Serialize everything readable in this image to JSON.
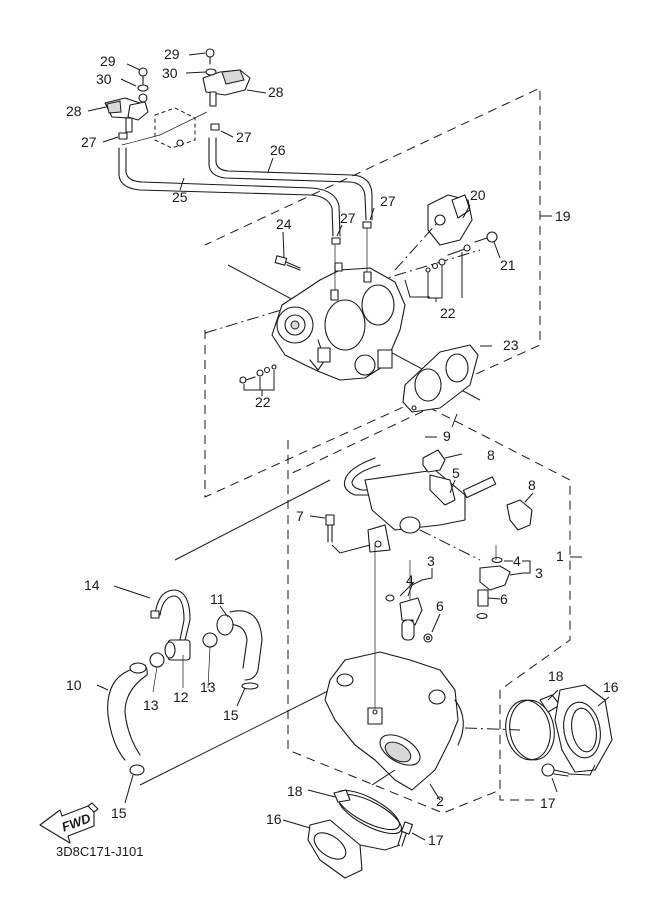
{
  "diagram": {
    "title_code": "3D8C171-J101",
    "fwd_label": "FWD",
    "callouts": {
      "c1": "1",
      "c2": "2",
      "c3a": "3",
      "c3b": "3",
      "c4a": "4",
      "c4b": "4",
      "c5": "5",
      "c6a": "6",
      "c6b": "6",
      "c7": "7",
      "c8a": "8",
      "c8b": "8",
      "c9": "9",
      "c10": "10",
      "c11": "11",
      "c12": "12",
      "c13a": "13",
      "c13b": "13",
      "c14": "14",
      "c15a": "15",
      "c15b": "15",
      "c16a": "16",
      "c16b": "16",
      "c17a": "17",
      "c17b": "17",
      "c18a": "18",
      "c18b": "18",
      "c19": "19",
      "c20": "20",
      "c21": "21",
      "c22a": "22",
      "c22b": "22",
      "c23": "23",
      "c24": "24",
      "c25": "25",
      "c26": "26",
      "c27a": "27",
      "c27b": "27",
      "c27c": "27",
      "c27d": "27",
      "c28a": "28",
      "c28b": "28",
      "c29a": "29",
      "c29b": "29",
      "c30a": "30",
      "c30b": "30"
    }
  }
}
